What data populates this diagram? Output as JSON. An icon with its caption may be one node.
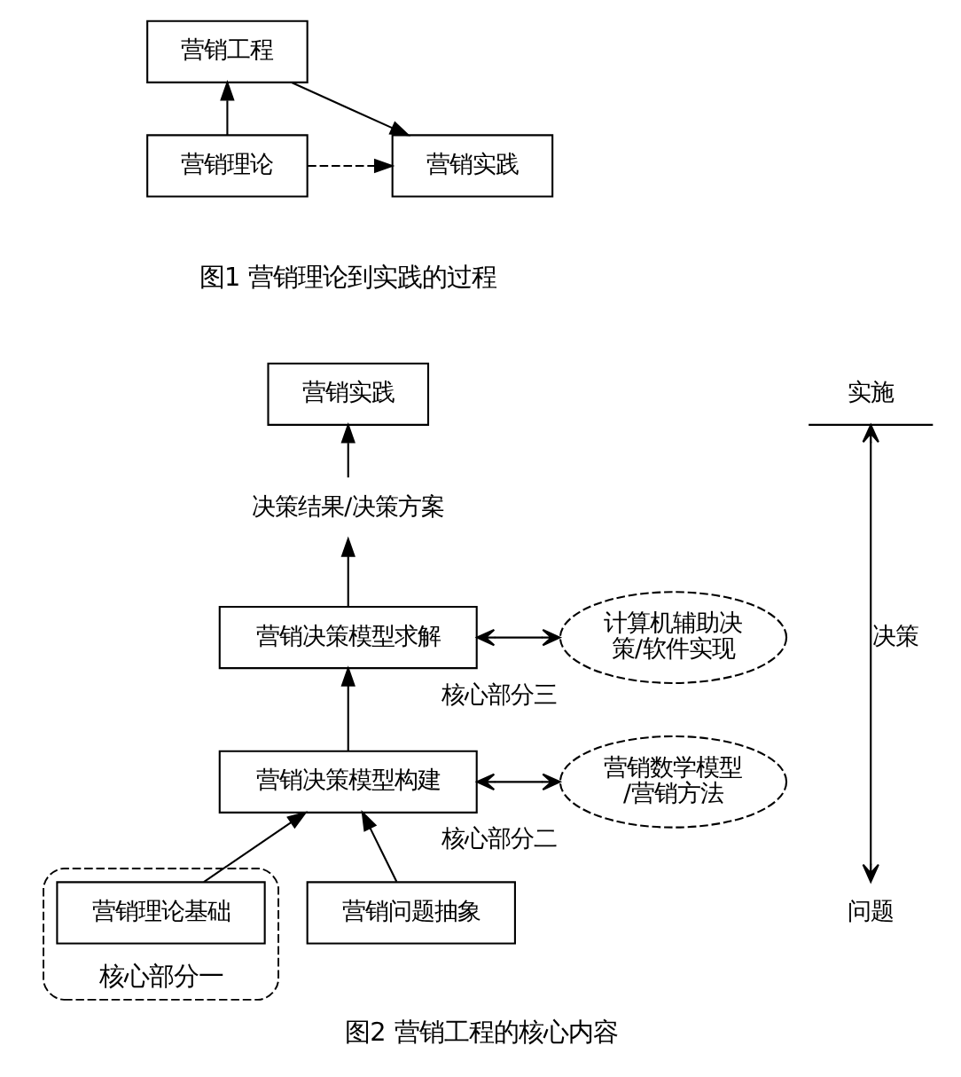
{
  "diagram": {
    "caption": "图2 营销工程的核心内容",
    "nodes": [
      {
        "text": [
          "营销工程"
        ]
      },
      {
        "text": [
          "营销理论"
        ]
      },
      {
        "text": [
          "营销实践"
        ]
      },
      {
        "text": [
          "营销实践"
        ]
      },
      {
        "text": [
          "实施"
        ]
      },
      {
        "text": [
          "决策结果/决策方案"
        ]
      },
      {
        "text": [
          "营销决策模型求解"
        ]
      },
      {
        "text": [
          "计算机辅助决策/软件实现"
        ],
        "beside": [
          "核心部分三"
        ]
      },
      {
        "text": [
          "营销决策模型构建"
        ]
      },
      {
        "text": [
          "营销数学模型/营销方法"
        ],
        "beside": [
          "核心部分二"
        ]
      },
      {
        "text": [],
        "shape": "ellipse",
        "beside": [
          "核心部分一"
        ]
      },
      {
        "text": [
          "营销理论基础"
        ],
        "in": 10
      },
      {
        "text": [
          "营销问题抽象"
        ]
      },
      {
        "text": [
          "问题"
        ]
      }
    ],
    "edges": [
      {
        "from": 1,
        "to": 0,
        "arrow": "to"
      },
      {
        "from": 0,
        "to": 2,
        "arrow": "to"
      },
      {
        "from": 1,
        "to": 2,
        "arrow": "to",
        "style": "dashed"
      },
      {
        "from": 5,
        "to": 3,
        "arrow": "to"
      },
      {
        "from": 6,
        "to": 5,
        "arrow": "to"
      },
      {
        "from": 8,
        "to": 6,
        "arrow": "to"
      },
      {
        "from": 11,
        "to": 8,
        "arrow": "to"
      },
      {
        "from": 12,
        "to": 8,
        "arrow": "to"
      },
      {
        "from": 6,
        "to": 7,
        "arrow": "both"
      },
      {
        "from": 8,
        "to": 9,
        "arrow": "both"
      },
      {
        "from": 13,
        "to": 4,
        "arrow": "both",
        "label": "决策"
      }
    ],
    "labels": [
      "图1 营销理论到实践的过程"
    ]
  }
}
